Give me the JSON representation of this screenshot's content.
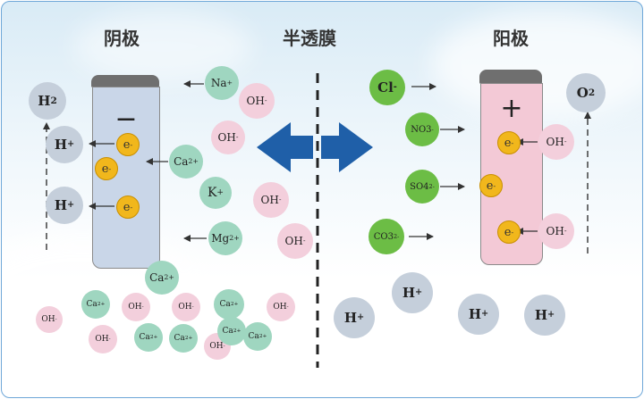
{
  "labels": {
    "cathode": "阴极",
    "membrane": "半透膜",
    "anode": "阳极"
  },
  "cathode": {
    "sign": "−",
    "gas": "H",
    "gas_sub": "2",
    "h_label": "H",
    "h_charge": "+",
    "electron": "e",
    "electron_charge": "-"
  },
  "anode": {
    "sign": "+",
    "gas": "O",
    "gas_sub": "2",
    "oh_label": "OH",
    "oh_charge": "-",
    "electron": "e",
    "electron_charge": "-"
  },
  "cations": {
    "na": {
      "label": "Na",
      "charge": "+"
    },
    "ca": {
      "label": "Ca",
      "charge": "2+"
    },
    "k": {
      "label": "K",
      "charge": "+"
    },
    "mg": {
      "label": "Mg",
      "charge": "2+"
    }
  },
  "anions": {
    "cl": {
      "label": "Cl",
      "charge": "-"
    },
    "no3": {
      "label": "NO3",
      "charge": "-"
    },
    "so4": {
      "label": "SO4",
      "charge": "2-"
    },
    "co3": {
      "label": "CO3",
      "charge": "2-"
    }
  },
  "ions": {
    "oh": {
      "label": "OH",
      "charge": "-"
    },
    "h": {
      "label": "H",
      "charge": "+"
    },
    "ca": {
      "label": "Ca",
      "charge": "2+"
    }
  },
  "colors": {
    "cathode_fill": "#c9d6e8",
    "anode_fill": "#f3c9d6",
    "arrow_blue": "#1f5fa8",
    "electron": "#f1b71c",
    "cation": "#9fd6c0",
    "anion": "#6cbd45",
    "hydroxide": "#f3cfdc",
    "hydrogen_ion": "#c5cfdb"
  }
}
